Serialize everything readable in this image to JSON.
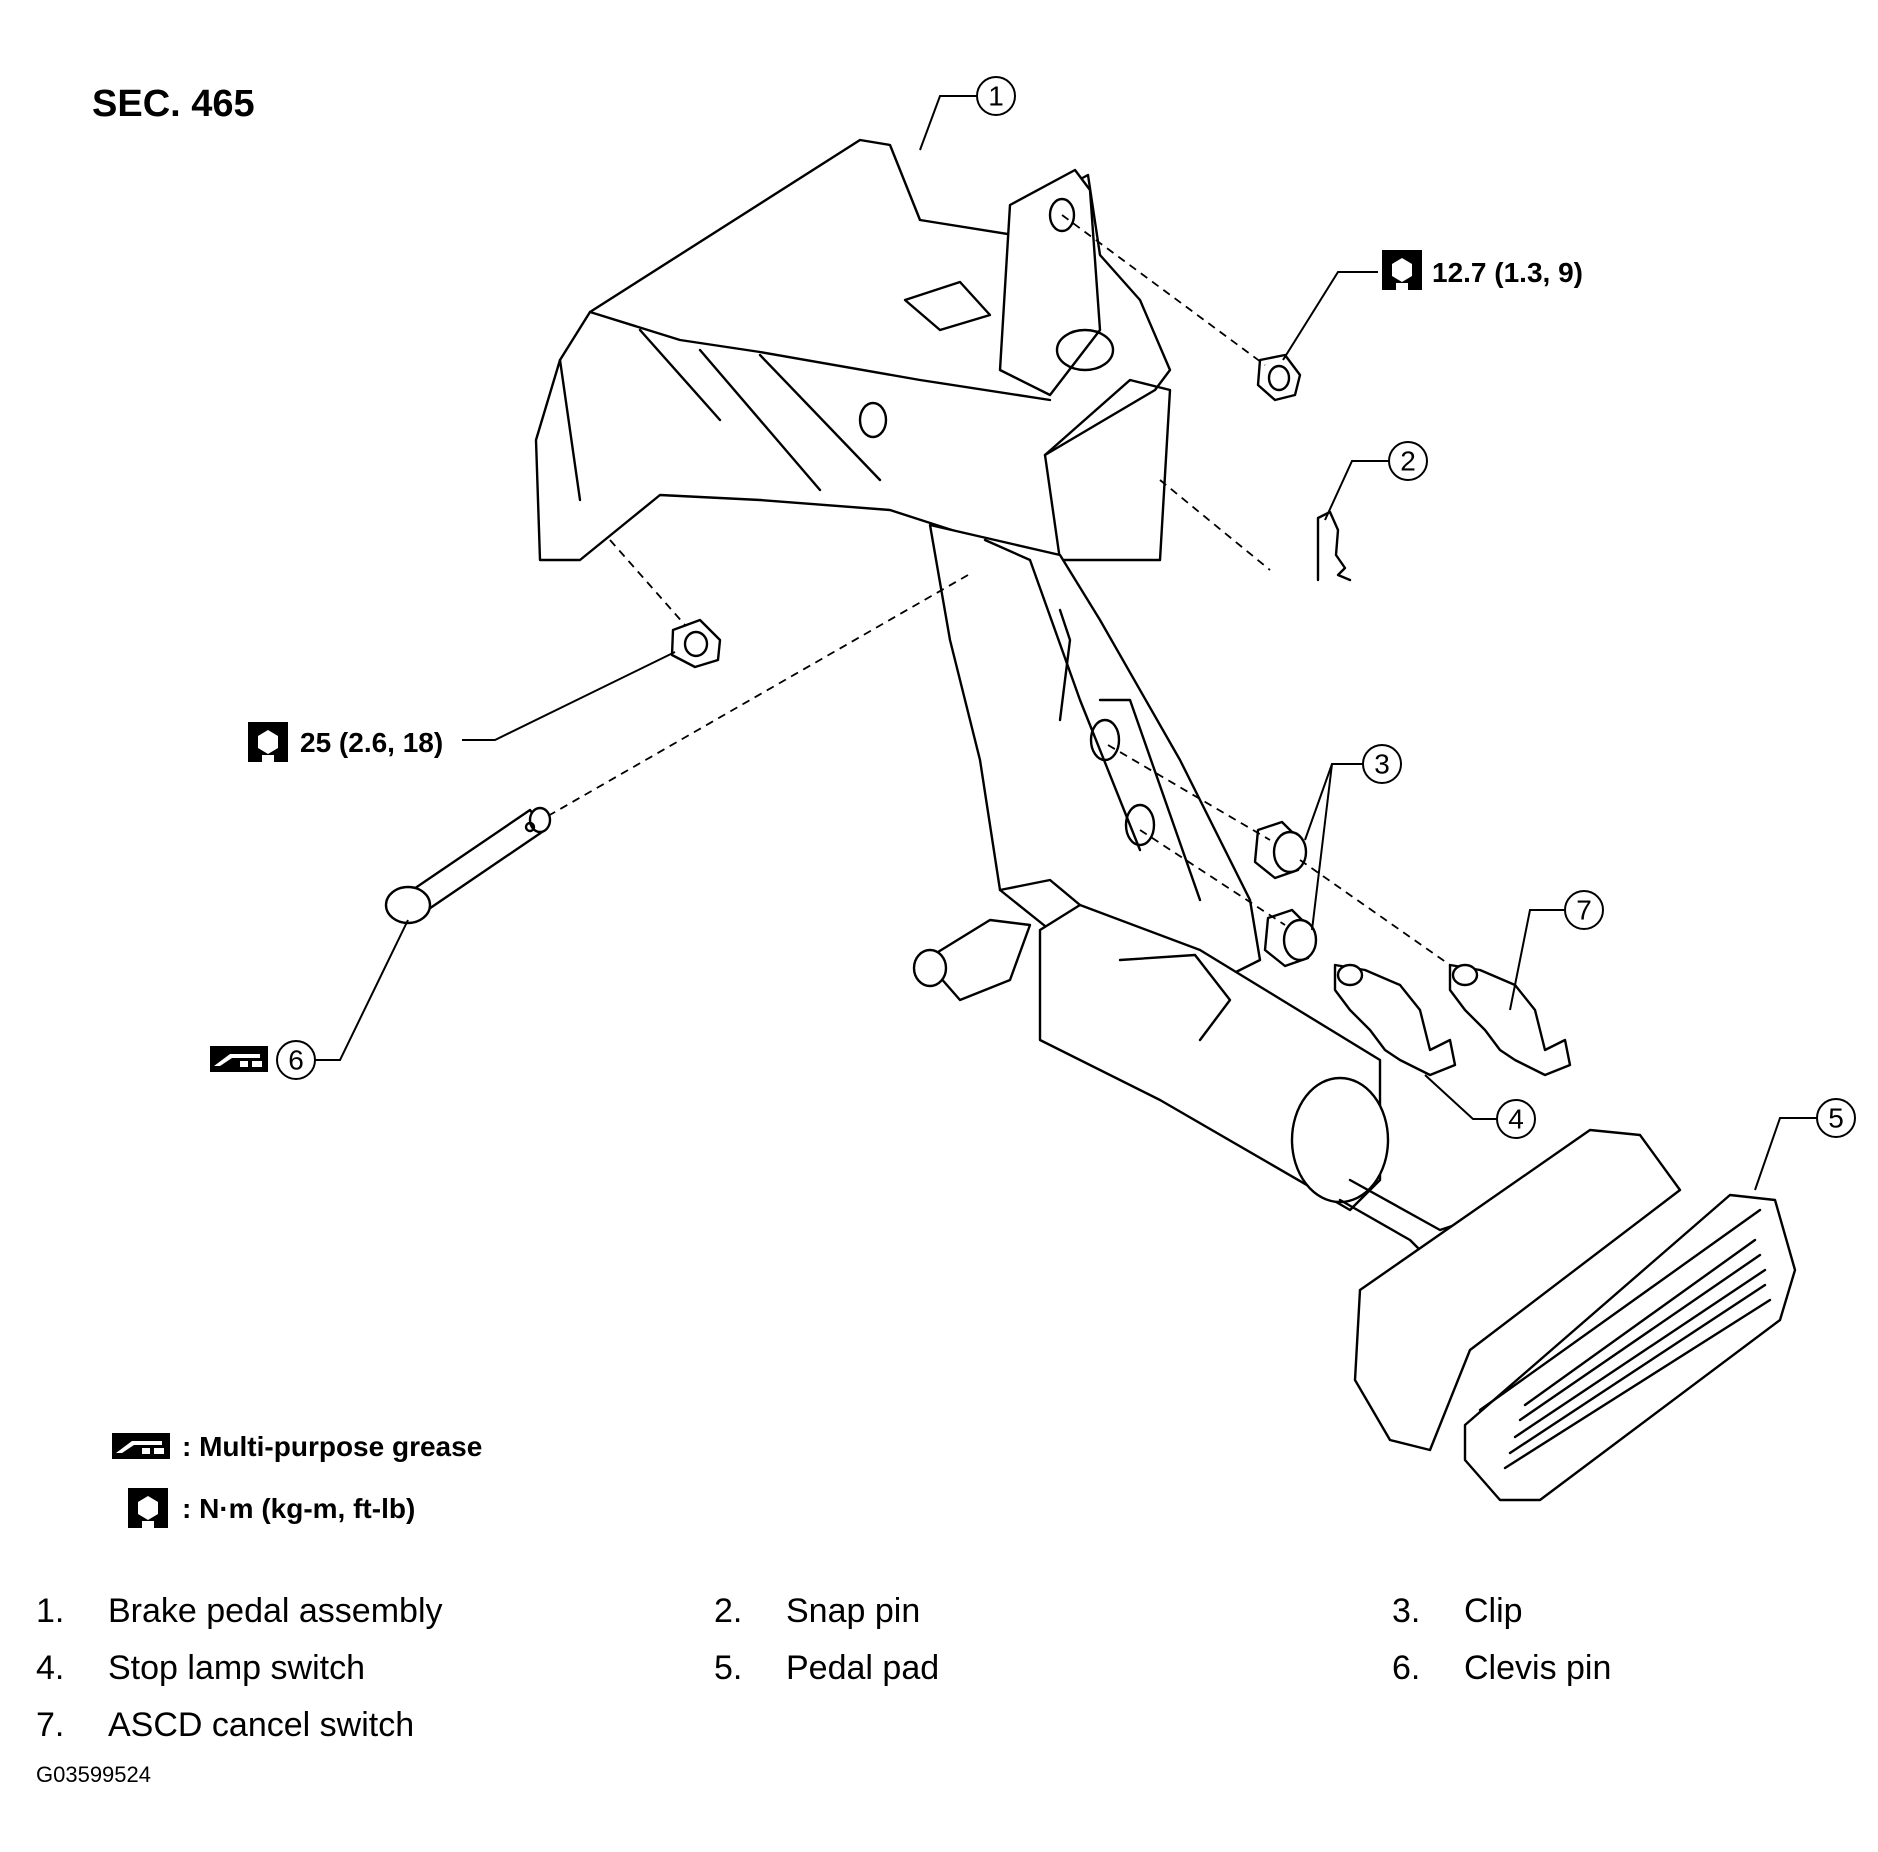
{
  "section": "SEC. 465",
  "torque_labels": {
    "upper": "12.7 (1.3, 9)",
    "left": "25 (2.6, 18)"
  },
  "callouts": [
    "1",
    "2",
    "3",
    "4",
    "5",
    "6",
    "7"
  ],
  "legend": {
    "grease": ": Multi-purpose grease",
    "torque": ": N·m (kg-m, ft-lb)"
  },
  "icons": {
    "torque": "torque-wrench-icon",
    "grease": "grease-gun-icon"
  },
  "parts": [
    {
      "num": "1.",
      "name": "Brake pedal assembly"
    },
    {
      "num": "2.",
      "name": "Snap pin"
    },
    {
      "num": "3.",
      "name": "Clip"
    },
    {
      "num": "4.",
      "name": "Stop lamp switch"
    },
    {
      "num": "5.",
      "name": "Pedal pad"
    },
    {
      "num": "6.",
      "name": "Clevis pin"
    },
    {
      "num": "7.",
      "name": "ASCD cancel switch"
    }
  ],
  "figure_id": "G03599524"
}
